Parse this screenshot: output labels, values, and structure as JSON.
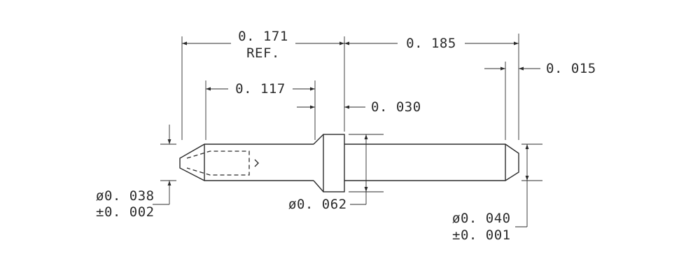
{
  "drawing": {
    "dimensions": {
      "length_ref_value": "0. 171",
      "length_ref_note": "REF.",
      "tail_length": "0. 185",
      "tip_chamfer": "0. 015",
      "front_length": "0. 117",
      "collar_width": "0. 030",
      "front_diameter": "ø0. 038",
      "front_diameter_tol": "±0. 002",
      "collar_diameter": "ø0. 062",
      "tail_diameter": "ø0. 040",
      "tail_diameter_tol": "±0. 001"
    }
  }
}
